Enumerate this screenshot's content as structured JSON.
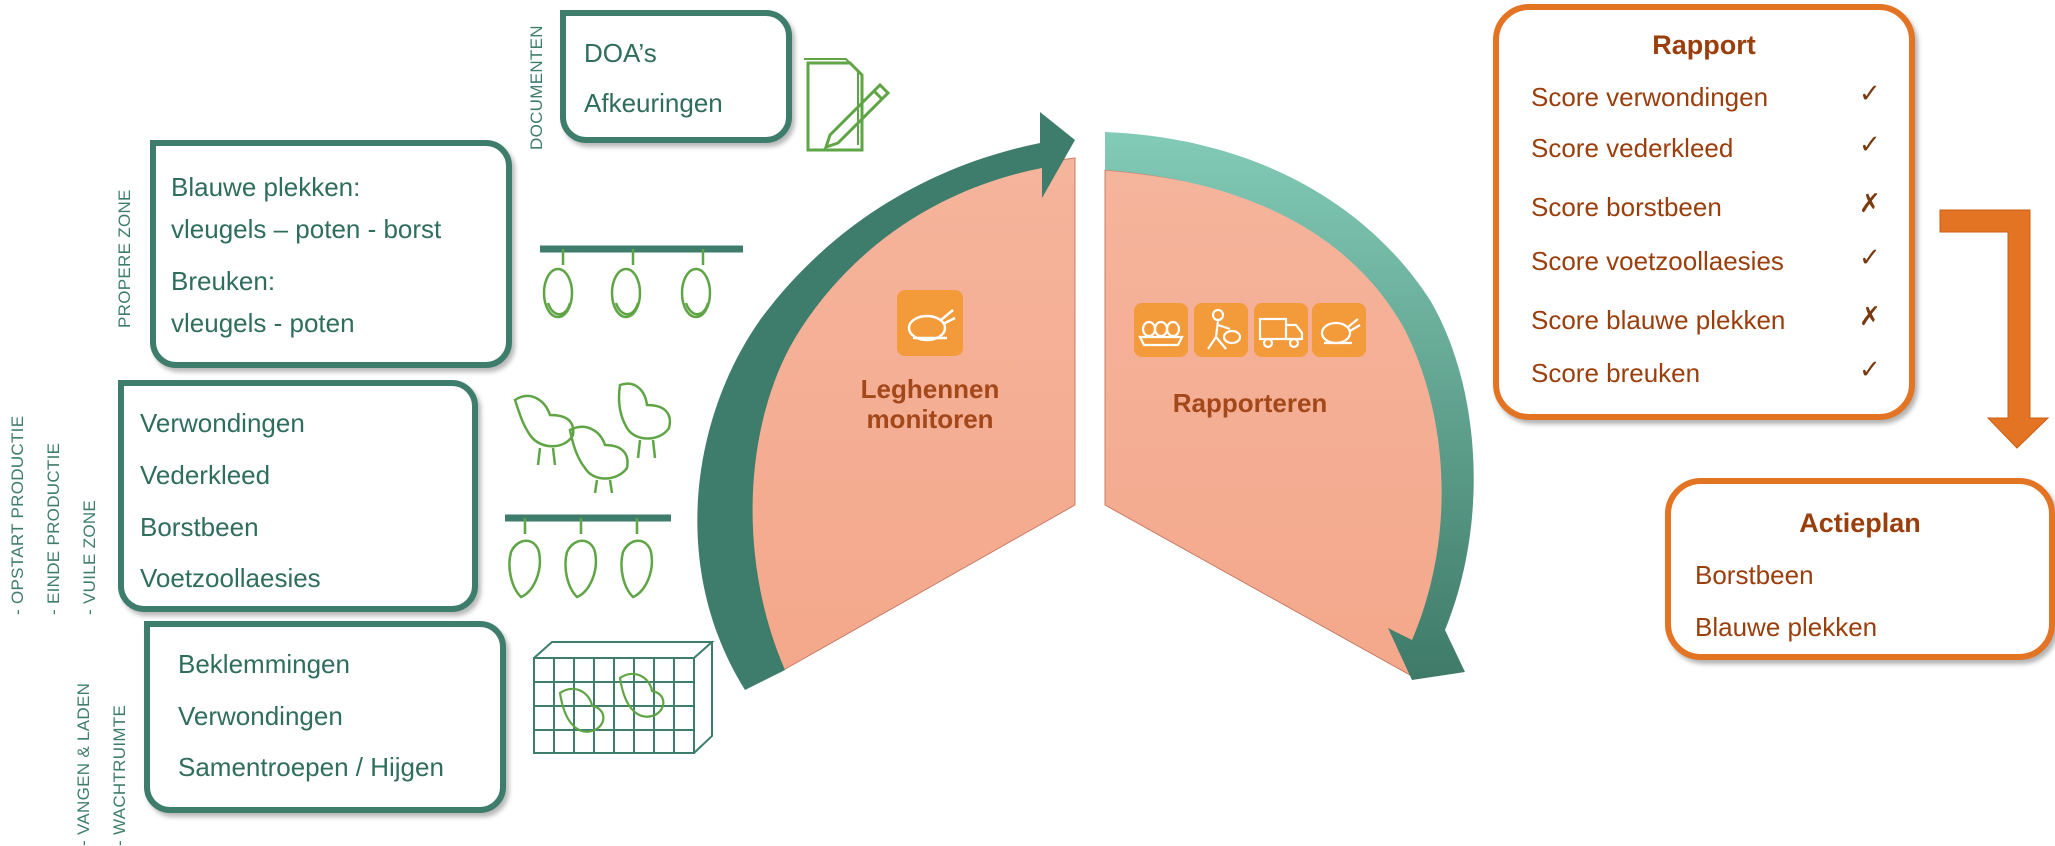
{
  "documents": {
    "side_label": "DOCUMENTEN",
    "items": [
      "DOA’s",
      "Afkeuringen"
    ]
  },
  "propere_zone": {
    "side_label": "PROPERE ZONE",
    "items": [
      "Blauwe plekken:",
      "vleugels – poten - borst",
      "Breuken:",
      "vleugels - poten"
    ]
  },
  "vuile_zone": {
    "side_labels": [
      "- OPSTART PRODUCTIE",
      "- EINDE PRODUCTIE",
      "- VUILE ZONE"
    ],
    "items": [
      "Verwondingen",
      "Vederkleed",
      "Borstbeen",
      "Voetzoollaesies"
    ]
  },
  "vangen": {
    "side_labels": [
      "- VANGEN & LADEN",
      "- WACHTRUIMTE"
    ],
    "items": [
      "Beklemmingen",
      "Verwondingen",
      "Samentroepen / Hijgen"
    ]
  },
  "center": {
    "left_label_1": "Leghennen",
    "left_label_2": "monitoren",
    "right_label": "Rapporteren"
  },
  "rapport": {
    "title": "Rapport",
    "rows": [
      {
        "label": "Score verwondingen",
        "mark": "✓"
      },
      {
        "label": "Score vederkleed",
        "mark": "✓"
      },
      {
        "label": "Score borstbeen",
        "mark": "✗"
      },
      {
        "label": "Score voetzoollaesies",
        "mark": "✓"
      },
      {
        "label": "Score blauwe plekken",
        "mark": "✗"
      },
      {
        "label": "Score breuken",
        "mark": "✓"
      }
    ]
  },
  "actieplan": {
    "title": "Actieplan",
    "items": [
      "Borstbeen",
      "Blauwe plekken"
    ]
  },
  "colors": {
    "green_dark": "#3e7d6b",
    "green_light": "#7fc8b3",
    "salmon": "#f4ad93",
    "orange": "#e37423",
    "orange_text": "#9a3e0c"
  },
  "icons": [
    "document-pencil-icon",
    "hanging-chicken-icon",
    "chicken-icon",
    "crate-icon",
    "roast-chicken-icon",
    "eggs-icon",
    "catcher-icon",
    "truck-icon"
  ]
}
